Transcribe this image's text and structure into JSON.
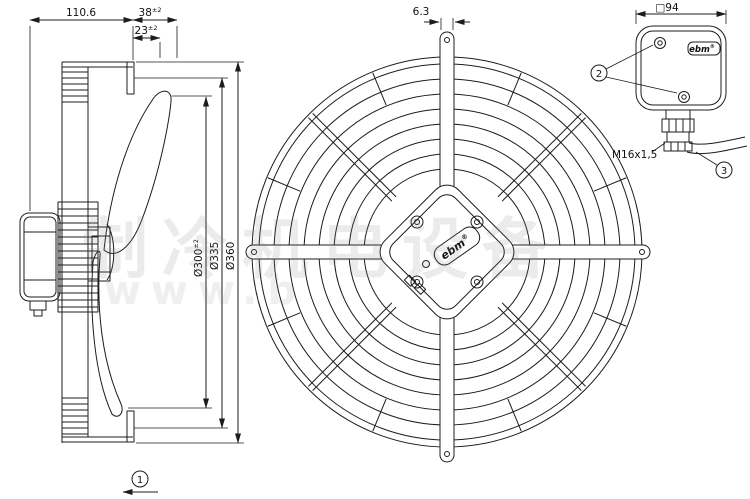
{
  "watermark": {
    "text": "制冷机电设备",
    "url": "www.b"
  },
  "side_view": {
    "dim_overall": "110.6",
    "dim_a": "38",
    "dim_a_tol": "±2",
    "dim_b": "23",
    "dim_b_tol": "±2",
    "dia_blade": "Ø300",
    "dia_blade_tol": "±2",
    "dia_mid": "Ø335",
    "dia_outer": "Ø360",
    "callout_1": "1"
  },
  "front_view": {
    "dim_strut": "6.3",
    "logo": "ebm",
    "logo_reg": "®"
  },
  "detail_view": {
    "dim_square": "□94",
    "logo": "ebm",
    "logo_reg": "®",
    "gland_thread": "M16x1,5",
    "callout_2": "2",
    "callout_3": "3"
  }
}
